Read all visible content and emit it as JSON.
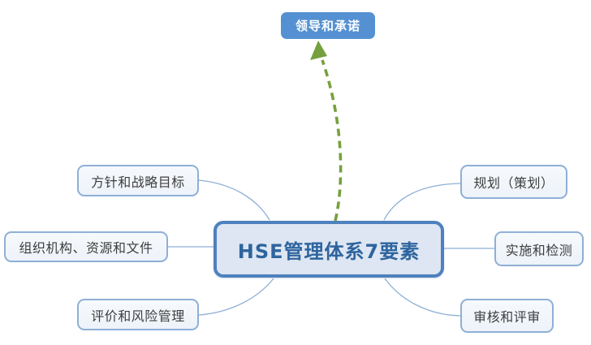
{
  "diagram": {
    "center": {
      "label": "HSE管理体系7要素"
    },
    "top": {
      "label": "领导和承诺"
    },
    "left_nodes": [
      {
        "label": "方针和战略目标"
      },
      {
        "label": "组织机构、资源和文件"
      },
      {
        "label": "评价和风险管理"
      }
    ],
    "right_nodes": [
      {
        "label": "规划（策划）"
      },
      {
        "label": "实施和检测"
      },
      {
        "label": "审核和评审"
      }
    ],
    "theme": {
      "center_border": "#4e81bd",
      "center_fill": "#dde6f2",
      "center_text": "#2e649e",
      "top_fill": "#5591d2",
      "top_text": "#ffffff",
      "node_border": "#8fafd6",
      "node_fill": "#eef3fa",
      "node_text": "#3d3d3d",
      "connector": "#8fafd6",
      "arrow": "#76a03e",
      "background": "#ffffff"
    }
  }
}
